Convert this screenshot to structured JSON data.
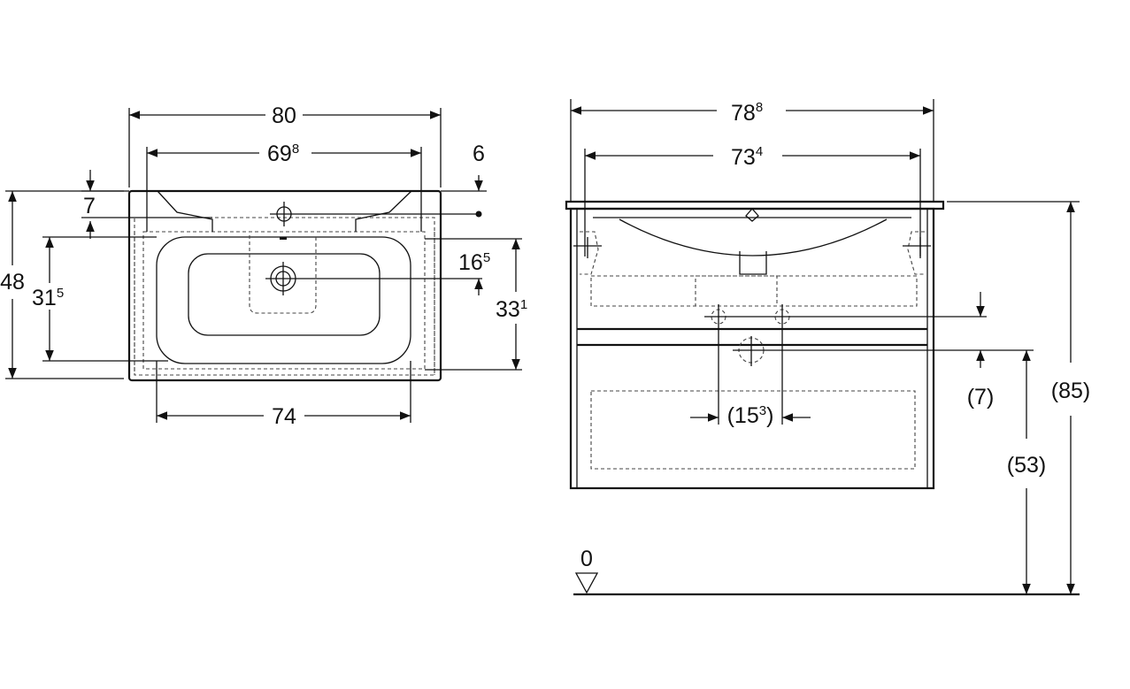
{
  "top_view": {
    "width_overall": "80",
    "width_inner_main": "69",
    "width_inner_sup": "8",
    "top_offset": "6",
    "tap_offset": "7",
    "depth_overall": "48",
    "basin_depth_main": "31",
    "basin_depth_sup": "5",
    "drain_offset_main": "16",
    "drain_offset_sup": "5",
    "cabinet_depth_main": "33",
    "cabinet_depth_sup": "1",
    "basin_width": "74"
  },
  "front_view": {
    "width_overall_main": "78",
    "width_overall_sup": "8",
    "width_inner_main": "73",
    "width_inner_sup": "4",
    "drain_spacing_pre": "(15",
    "drain_spacing_sup": "3",
    "drain_spacing_post": ")",
    "drain_drop": "(7)",
    "height_total": "(85)",
    "height_drain": "(53)",
    "floor_level": "0"
  }
}
